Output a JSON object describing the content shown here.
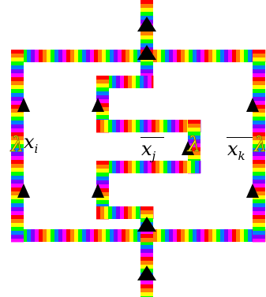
{
  "palette": [
    "#ff0000",
    "#ff7f00",
    "#ffff00",
    "#00ff00",
    "#007fff",
    "#7f00ff",
    "#ff00ff"
  ],
  "labels": {
    "var_i": {
      "base": "x",
      "sub": "i"
    },
    "var_j": {
      "base": "x",
      "sub": "j"
    },
    "var_k": {
      "base": "x",
      "sub": "k"
    }
  },
  "colors": {
    "arrow": "#000000",
    "literal_glyph": "#ffff00",
    "literal_outline": "#7a6000"
  }
}
